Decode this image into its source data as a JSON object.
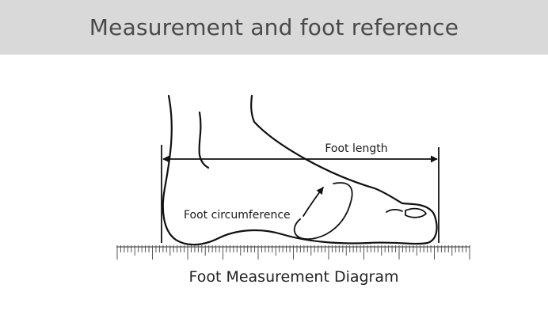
{
  "header": {
    "title": "Measurement and foot reference"
  },
  "diagram": {
    "length_label": "Foot length",
    "circumference_label": "Foot circumference",
    "caption": "Foot Measurement Diagram"
  }
}
